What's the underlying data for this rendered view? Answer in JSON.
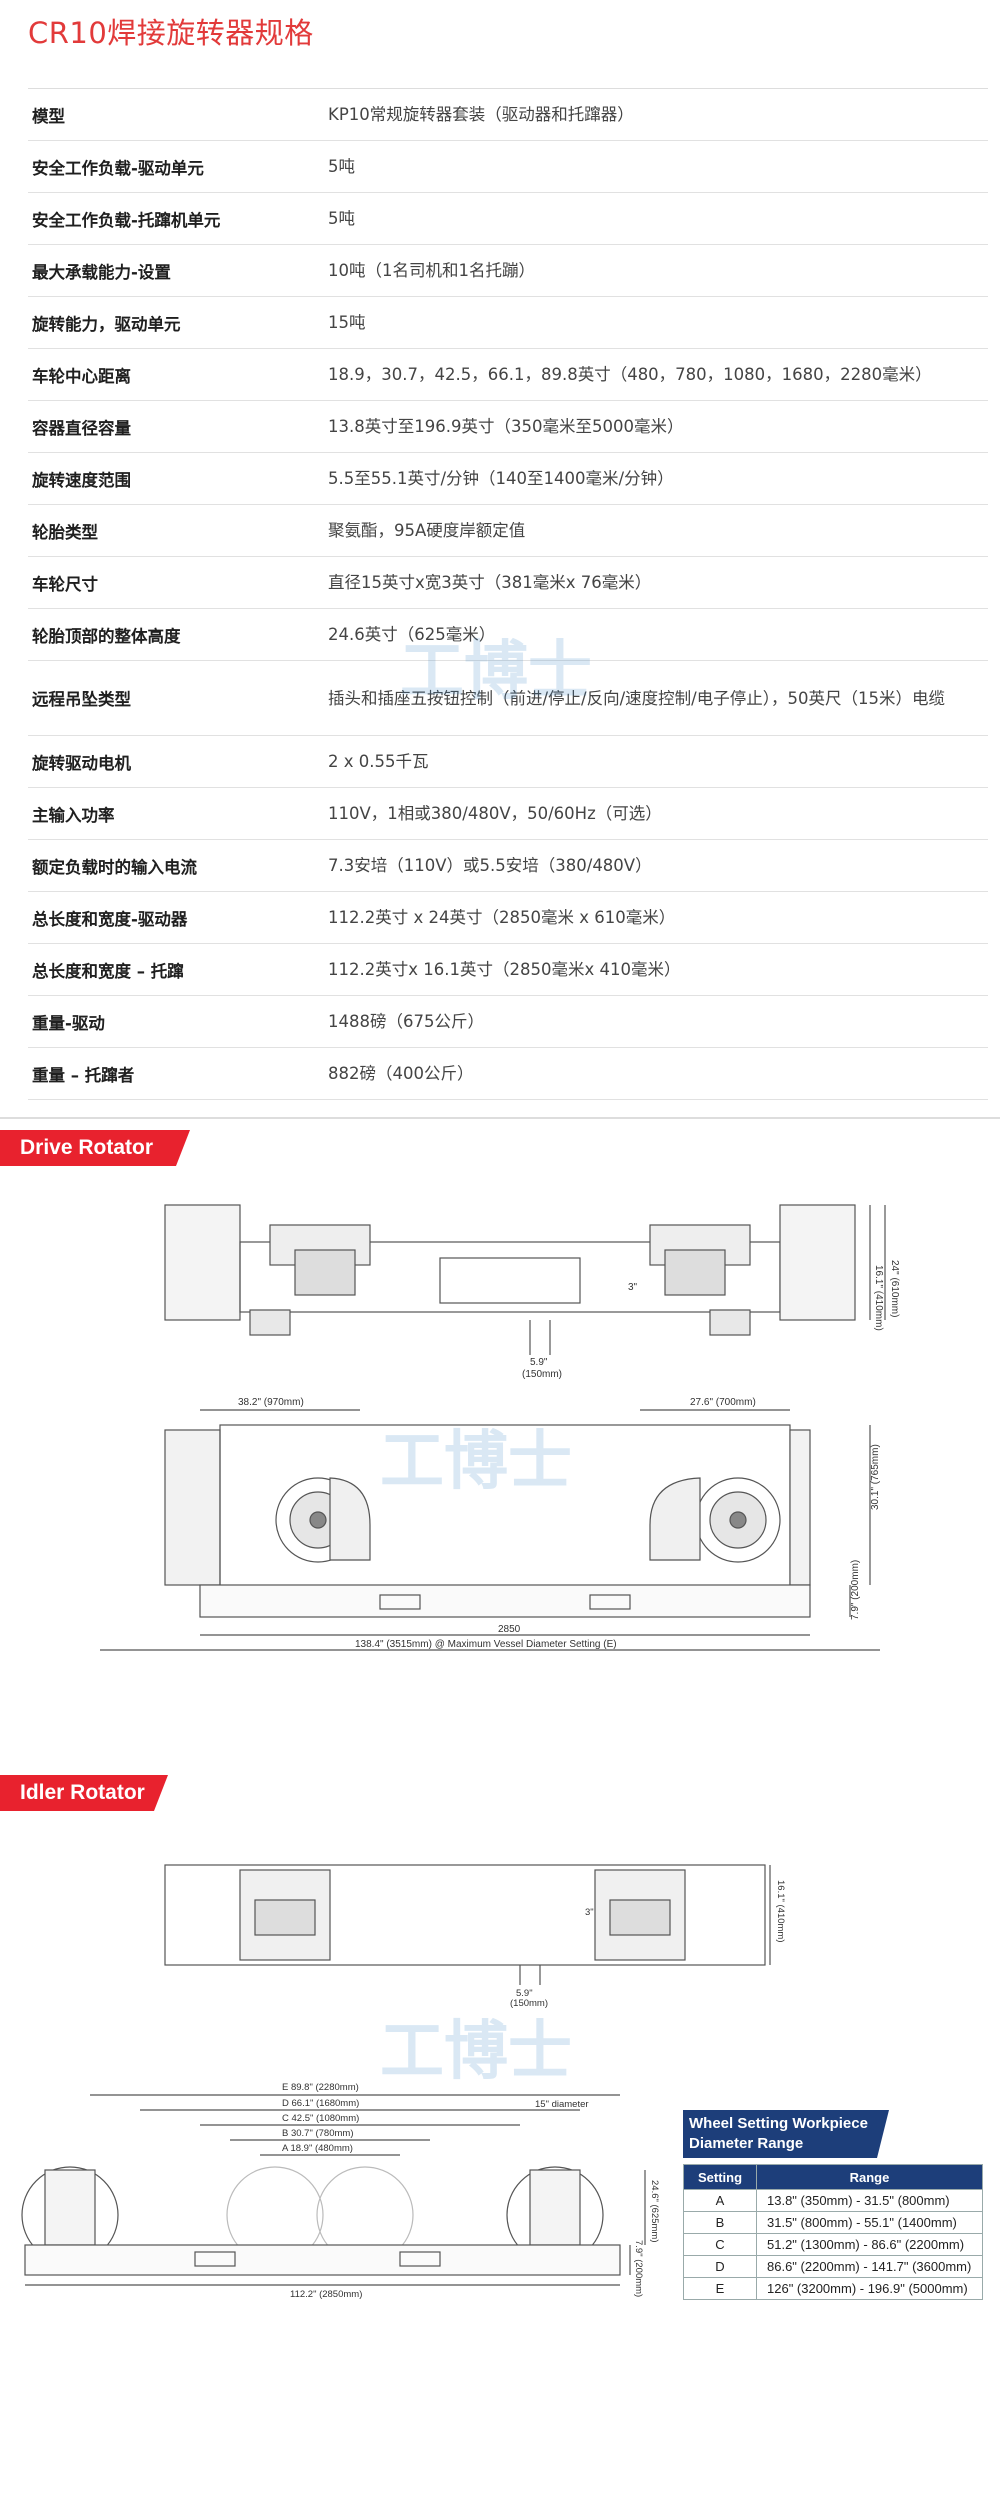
{
  "title": "CR10焊接旋转器规格",
  "specs": [
    {
      "k": "模型",
      "v": "KP10常规旋转器套装（驱动器和托蹿器）"
    },
    {
      "k": "安全工作负载-驱动单元",
      "v": "5吨"
    },
    {
      "k": "安全工作负载-托蹿机单元",
      "v": "5吨"
    },
    {
      "k": "最大承载能力-设置",
      "v": "10吨（1名司机和1名托蹦）"
    },
    {
      "k": "旋转能力，驱动单元",
      "v": "15吨"
    },
    {
      "k": "车轮中心距离",
      "v": "18.9，30.7，42.5，66.1，89.8英寸（480，780，1080，1680，2280毫米）"
    },
    {
      "k": "容器直径容量",
      "v": "13.8英寸至196.9英寸（350毫米至5000毫米）"
    },
    {
      "k": "旋转速度范围",
      "v": "5.5至55.1英寸/分钟（140至1400毫米/分钟）"
    },
    {
      "k": "轮胎类型",
      "v": "聚氨酯，95A硬度岸额定值"
    },
    {
      "k": "车轮尺寸",
      "v": "直径15英寸x宽3英寸（381毫米x 76毫米）"
    },
    {
      "k": "轮胎顶部的整体高度",
      "v": "24.6英寸（625毫米）"
    },
    {
      "k": "远程吊坠类型",
      "v": "插头和插座五按钮控制（前进/停止/反向/速度控制/电子停止），50英尺（15米）电缆"
    },
    {
      "k": "旋转驱动电机",
      "v": "2 x 0.55千瓦"
    },
    {
      "k": "主输入功率",
      "v": "110V，1相或380/480V，50/60Hz（可选）"
    },
    {
      "k": "额定负载时的输入电流",
      "v": "7.3安培（110V）或5.5安培（380/480V）"
    },
    {
      "k": "总长度和宽度-驱动器",
      "v": "112.2英寸 x 24英寸（2850毫米 x 610毫米）"
    },
    {
      "k": "总长度和宽度 – 托蹿",
      "v": "112.2英寸x 16.1英寸（2850毫米x 410毫米）"
    },
    {
      "k": "重量-驱动",
      "v": "1488磅（675公斤）"
    },
    {
      "k": "重量 – 托蹿者",
      "v": "882磅（400公斤）"
    }
  ],
  "drive_banner": "Drive Rotator",
  "idler_banner": "Idler Rotator",
  "watermark": "工博士",
  "drive_dims": {
    "h1": "16.1\" (410mm)",
    "h2": "24\" (610mm)",
    "small": "3\"",
    "w150a": "5.9\"",
    "w150b": "(150mm)",
    "left": "38.2\" (970mm)",
    "right": "27.6\" (700mm)",
    "tall": "30.1\" (765mm)",
    "base": "7.9\" (200mm)",
    "len": "2850",
    "vessel": "138.4\" (3515mm) @ Maximum Vessel Diameter Setting (E)"
  },
  "idler_dims": {
    "h": "16.1\" (410mm)",
    "small": "3\"",
    "w150a": "5.9\"",
    "w150b": "(150mm)",
    "E": "E   89.8\" (2280mm)",
    "D": "D   66.1\" (1680mm)",
    "C": "C   42.5\" (1080mm)",
    "B": "B   30.7\" (780mm)",
    "A": "A   18.9\" (480mm)",
    "dia": "15\" diameter",
    "tall": "24.6\" (625mm)",
    "base": "7.9\" (200mm)",
    "len": "112.2\" (2850mm)"
  },
  "wheel_table": {
    "title_line1": "Wheel Setting Workpiece",
    "title_line2": "Diameter Range",
    "col1": "Setting",
    "col2": "Range",
    "rows": [
      {
        "s": "A",
        "r": "13.8\" (350mm) - 31.5\" (800mm)"
      },
      {
        "s": "B",
        "r": "31.5\" (800mm) - 55.1\" (1400mm)"
      },
      {
        "s": "C",
        "r": "51.2\" (1300mm) - 86.6\" (2200mm)"
      },
      {
        "s": "D",
        "r": "86.6\" (2200mm) - 141.7\" (3600mm)"
      },
      {
        "s": "E",
        "r": "126\" (3200mm) - 196.9\" (5000mm)"
      }
    ]
  }
}
